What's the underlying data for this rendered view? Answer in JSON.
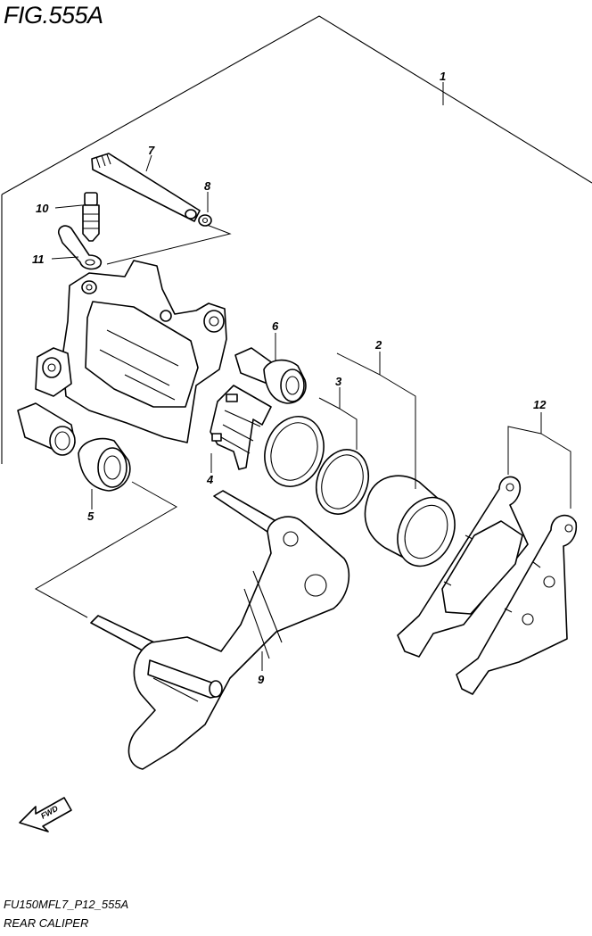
{
  "figure": {
    "title": "FIG.555A",
    "model_code": "FU150MFL7_P12_555A",
    "assembly_name": "REAR CALIPER"
  },
  "fwd_label": "FWD",
  "callouts": [
    {
      "id": "c1",
      "text": "1"
    },
    {
      "id": "c2",
      "text": "2"
    },
    {
      "id": "c3",
      "text": "3"
    },
    {
      "id": "c4",
      "text": "4"
    },
    {
      "id": "c5",
      "text": "5"
    },
    {
      "id": "c6",
      "text": "6"
    },
    {
      "id": "c7",
      "text": "7"
    },
    {
      "id": "c8",
      "text": "8"
    },
    {
      "id": "c9",
      "text": "9"
    },
    {
      "id": "c10",
      "text": "10"
    },
    {
      "id": "c11",
      "text": "11"
    },
    {
      "id": "c12",
      "text": "12"
    }
  ]
}
